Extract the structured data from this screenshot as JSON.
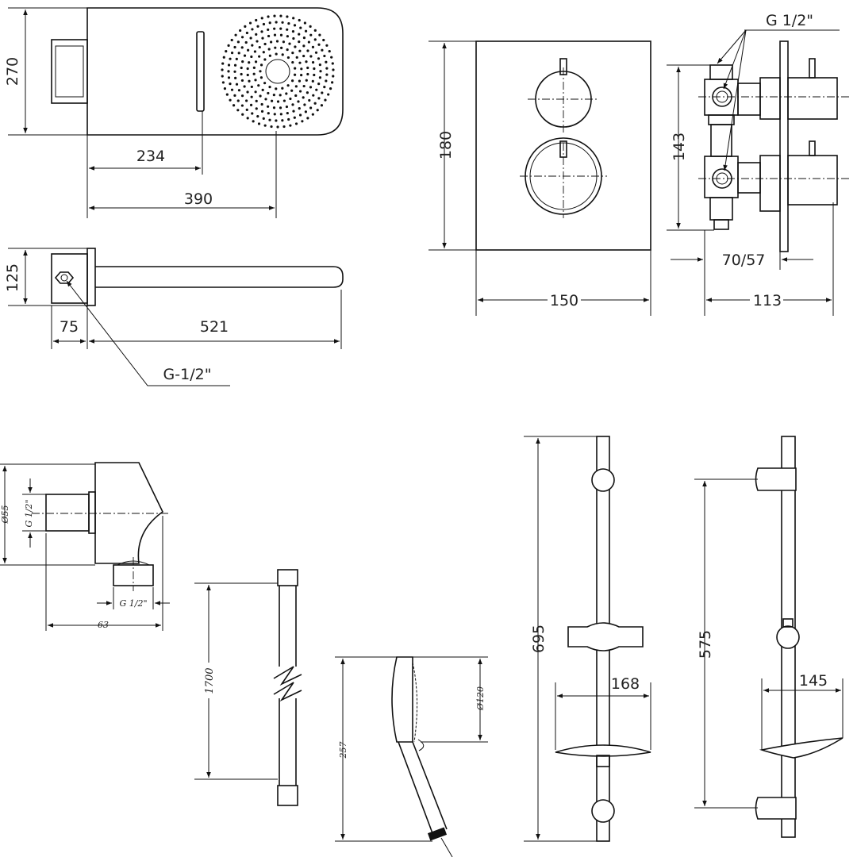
{
  "rain_shower_top": {
    "height": "270",
    "slot_offset": "234",
    "length": "390"
  },
  "rain_shower_side": {
    "height": "125",
    "wall_depth": "75",
    "projection": "521",
    "connection": "G-1/2\""
  },
  "thermostat_plate": {
    "height": "180",
    "width": "150"
  },
  "thermostat_valve": {
    "connection": "G 1/2\"",
    "centers": "143",
    "depth_range": "70/57",
    "depth": "113"
  },
  "wall_outlet": {
    "diameter": "Ø55",
    "inlet": "G 1/2\"",
    "outlet": "G 1/2\"",
    "length": "63"
  },
  "hose": {
    "length": "1700"
  },
  "hand_shower": {
    "length": "257",
    "head_diameter": "Ø120"
  },
  "rail_front": {
    "height": "695",
    "dish_width": "168"
  },
  "rail_side": {
    "height": "575",
    "dish_depth": "145"
  }
}
